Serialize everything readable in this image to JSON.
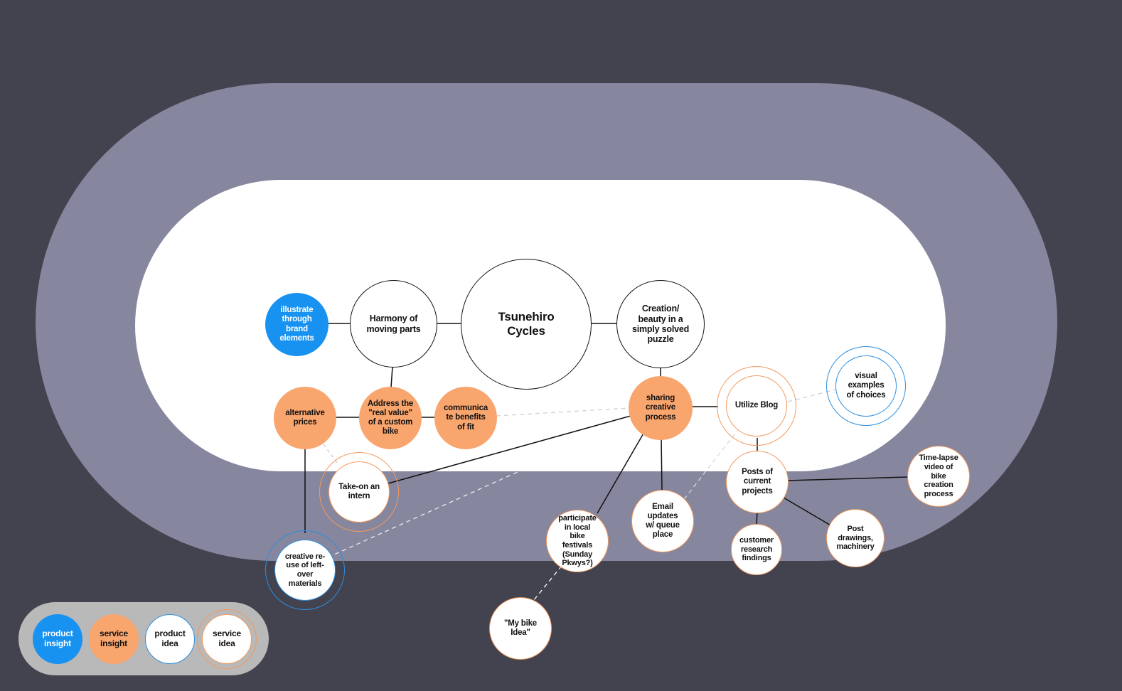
{
  "colors": {
    "background": "#43424f",
    "outer_track": "#86869e",
    "inner_track": "#ffffff",
    "product_insight": "#1892f0",
    "service_insight": "#f9a56e",
    "ring_orange": "#f29a5f",
    "ring_blue": "#2b8fe0",
    "line": "#111111",
    "dashed_line": "#cfcfd6"
  },
  "nodes": {
    "center": "Tsunehiro Cycles",
    "harmony": "Harmony of moving parts",
    "creation": "Creation/ beauty in a simply solved puzzle",
    "illustrate": "illustrate through brand elements",
    "alternative_prices": "alternative prices",
    "address_value": "Address the \"real value\" of a custom bike",
    "communicate_fit": "communica te benefits of fit",
    "sharing_process": "sharing creative process",
    "utilize_blog": "Utilize Blog",
    "visual_examples": "visual examples of  choices",
    "take_on_intern": "Take-on an intern",
    "creative_reuse": "creative re-use of left-over materials",
    "bike_festivals": "participate in local bike festivals (Sunday Pkwys?)",
    "my_bike_idea": "\"My bike Idea\"",
    "email_updates": "Email updates w/ queue place",
    "posts_projects": "Posts of current projects",
    "customer_research": "customer research findings",
    "post_drawings": "Post drawings, machinery",
    "timelapse": "Time-lapse video of bike creation process"
  },
  "legend": {
    "product_insight": "product insight",
    "service_insight": "service insight",
    "product_idea": "product idea",
    "service_idea": "service idea"
  }
}
